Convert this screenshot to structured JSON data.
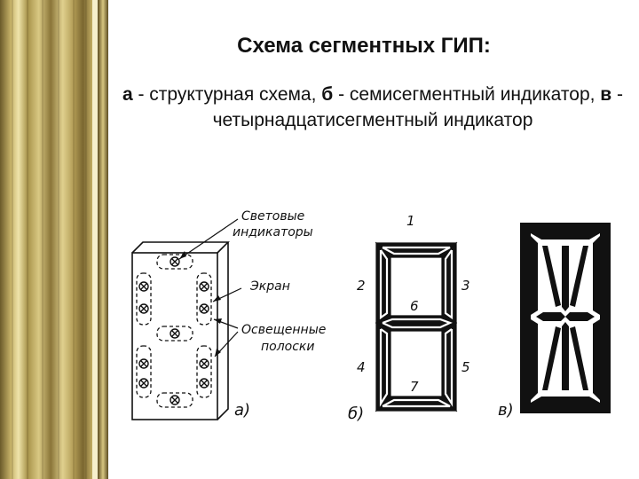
{
  "title": "Схема сегментных ГИП:",
  "subtitle": {
    "a_letter": "а",
    "a_text": " - структурная схема, ",
    "b_letter": "б",
    "b_text": " - семисегментный индикатор, ",
    "v_letter": "в",
    "v_text": " - четырнадцатисегментный индикатор"
  },
  "diagram_a": {
    "label_light_indicators_1": "Световые",
    "label_light_indicators_2": "индикаторы",
    "label_screen": "Экран",
    "label_lit_strips_1": "Освещенные",
    "label_lit_strips_2": "полоски",
    "caption": "а)"
  },
  "diagram_b": {
    "segment_numbers": [
      "1",
      "2",
      "3",
      "6",
      "4",
      "5",
      "7"
    ],
    "caption": "б)"
  },
  "diagram_c": {
    "caption": "в)"
  },
  "colors": {
    "frame_dark": "#5a4a22",
    "frame_gold": "#c8b46a",
    "frame_light": "#e8dca0",
    "ink": "#111111"
  }
}
